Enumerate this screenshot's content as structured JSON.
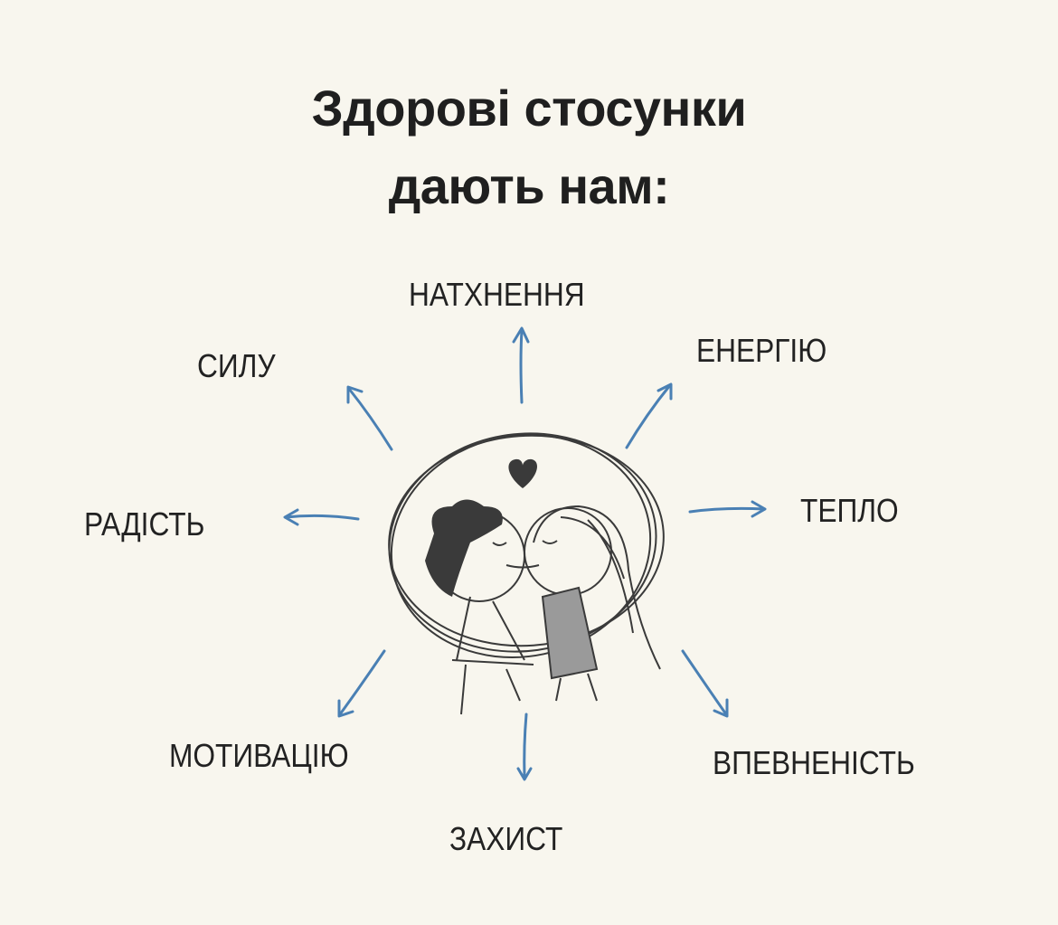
{
  "title": {
    "line1": "Здорові стосунки",
    "line2": "дають нам:"
  },
  "benefits": [
    {
      "id": "inspiration",
      "label": "НАТХНЕННЯ"
    },
    {
      "id": "strength",
      "label": "СИЛУ"
    },
    {
      "id": "energy",
      "label": "ЕНЕРГІЮ"
    },
    {
      "id": "warmth",
      "label": "ТЕПЛО"
    },
    {
      "id": "joy",
      "label": "РАДІСТЬ"
    },
    {
      "id": "motivation",
      "label": "МОТИВАЦІЮ"
    },
    {
      "id": "confidence",
      "label": "ВПЕВНЕНІСТЬ"
    },
    {
      "id": "protection",
      "label": "ЗАХИСТ"
    }
  ],
  "colors": {
    "background": "#f8f6ee",
    "arrow": "#4a80b4",
    "text": "#222222",
    "ink": "#3a3a3a"
  }
}
